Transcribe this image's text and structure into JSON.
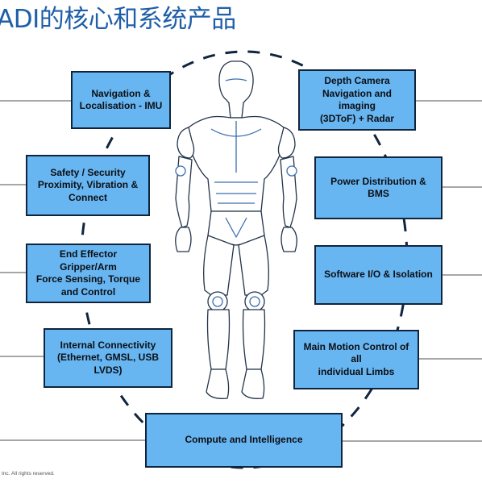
{
  "title": "ADI的核心和系统产品",
  "boxes": {
    "navigation_imu": "Navigation &\nLocalisation - IMU",
    "depth_camera": "Depth Camera\nNavigation and\nimaging\n(3DToF) + Radar",
    "safety_security": "Safety / Security\nProximity, Vibration &\nConnect",
    "power_distribution": "Power Distribution &\nBMS",
    "end_effector": "End Effector\nGripper/Arm\nForce Sensing, Torque\nand Control",
    "software_io": "Software I/O & Isolation",
    "internal_connectivity": "Internal Connectivity\n(Ethernet, GMSL, USB\nLVDS)",
    "main_motion_control": "Main Motion Control of all\nindividual Limbs",
    "compute_intelligence": "Compute and Intelligence"
  },
  "footer": "Inc. All rights reserved.",
  "colors": {
    "box_fill": "#67b5f1",
    "box_border": "#10253d",
    "title": "#1f5fa8",
    "robot_outline": "#3a6fae"
  },
  "figure": {
    "icon": "humanoid-robot-icon"
  }
}
